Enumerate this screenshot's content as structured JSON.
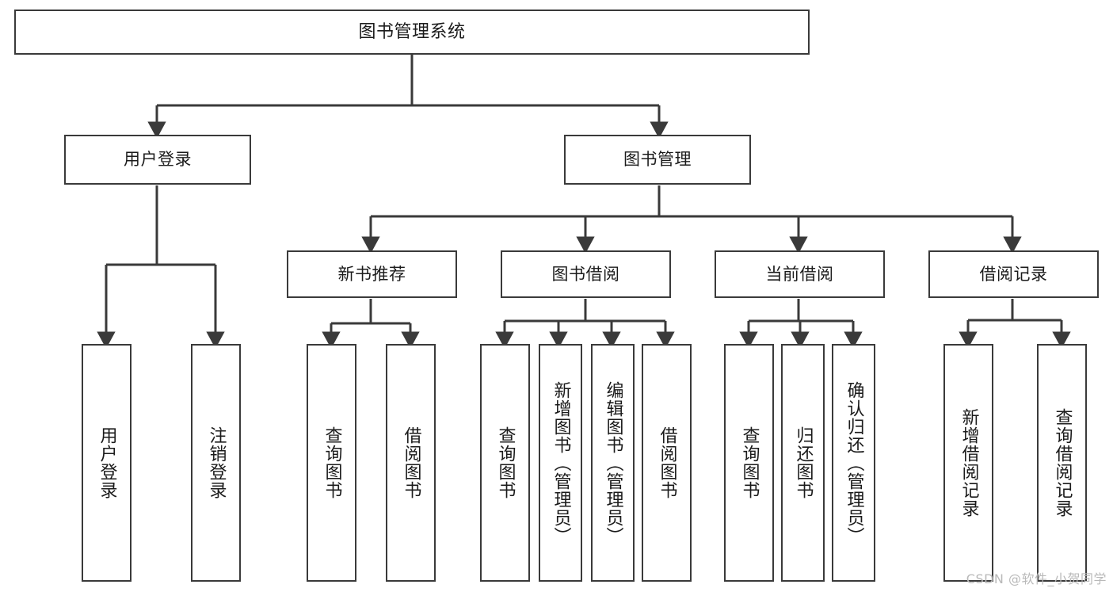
{
  "diagram": {
    "type": "tree",
    "title": "图书管理系统",
    "orientation": "top-down",
    "colors": {
      "node_border": "#3a3a3a",
      "node_fill": "#ffffff",
      "edge": "#3a3a3a",
      "text": "#1b1b1b",
      "background": "#ffffff",
      "watermark": "#b9b9b9"
    },
    "root": {
      "label": "图书管理系统"
    },
    "level2": [
      {
        "label": "用户登录"
      },
      {
        "label": "图书管理"
      }
    ],
    "level3": [
      {
        "label": "新书推荐"
      },
      {
        "label": "图书借阅"
      },
      {
        "label": "当前借阅"
      },
      {
        "label": "借阅记录"
      }
    ],
    "leaves": {
      "user_login": [
        {
          "label": "用户登录"
        },
        {
          "label": "注销登录"
        }
      ],
      "new_book_recommend": [
        {
          "label": "查询图书"
        },
        {
          "label": "借阅图书"
        }
      ],
      "book_borrow": [
        {
          "label": "查询图书"
        },
        {
          "label": "新增图书（管理员）"
        },
        {
          "label": "编辑图书（管理员）"
        },
        {
          "label": "借阅图书"
        }
      ],
      "current_borrow": [
        {
          "label": "查询图书"
        },
        {
          "label": "归还图书"
        },
        {
          "label": "确认归还（管理员）"
        }
      ],
      "borrow_record": [
        {
          "label": "新增借阅记录"
        },
        {
          "label": "查询借阅记录"
        }
      ]
    }
  },
  "watermark": {
    "text": "CSDN @软件_小贺同学"
  }
}
